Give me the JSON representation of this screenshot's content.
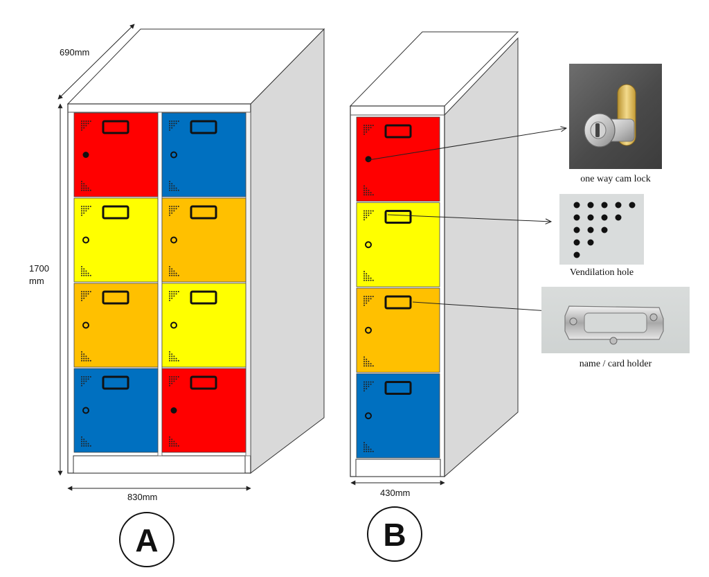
{
  "colors": {
    "red": "#ff0000",
    "blue": "#0070c0",
    "yellow": "#ffff00",
    "orange": "#ffc000",
    "side_gray": "#d9d9d9",
    "outline": "#333333"
  },
  "dimensions": {
    "depth": "690mm",
    "height_value": "1700",
    "height_unit": "mm",
    "width_a": "830mm",
    "width_b": "430mm"
  },
  "variants": {
    "a": "A",
    "b": "B"
  },
  "locker_a": {
    "left_column": [
      "red",
      "yellow",
      "orange",
      "blue"
    ],
    "right_column": [
      "blue",
      "orange",
      "yellow",
      "red"
    ]
  },
  "locker_b": {
    "column": [
      "red",
      "yellow",
      "orange",
      "blue"
    ]
  },
  "callouts": {
    "lock": "one way cam lock",
    "vent": "Vendilation hole",
    "holder": "name / card holder"
  }
}
